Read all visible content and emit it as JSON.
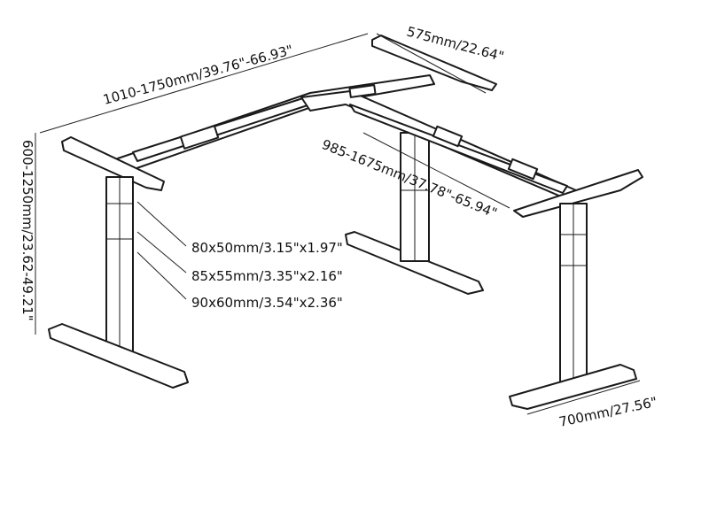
{
  "dimensions": {
    "width_left": "1010-1750mm/39.76\"-66.93\"",
    "depth_top": "575mm/22.64\"",
    "width_right": "985-1675mm/37.78\"-65.94\"",
    "height": "600-1250mm/23.62-49.21\"",
    "foot_length": "700mm/27.56\""
  },
  "column_sections": [
    "80x50mm/3.15\"x1.97\"",
    "85x55mm/3.35\"x2.16\"",
    "90x60mm/3.54\"x2.36\""
  ]
}
